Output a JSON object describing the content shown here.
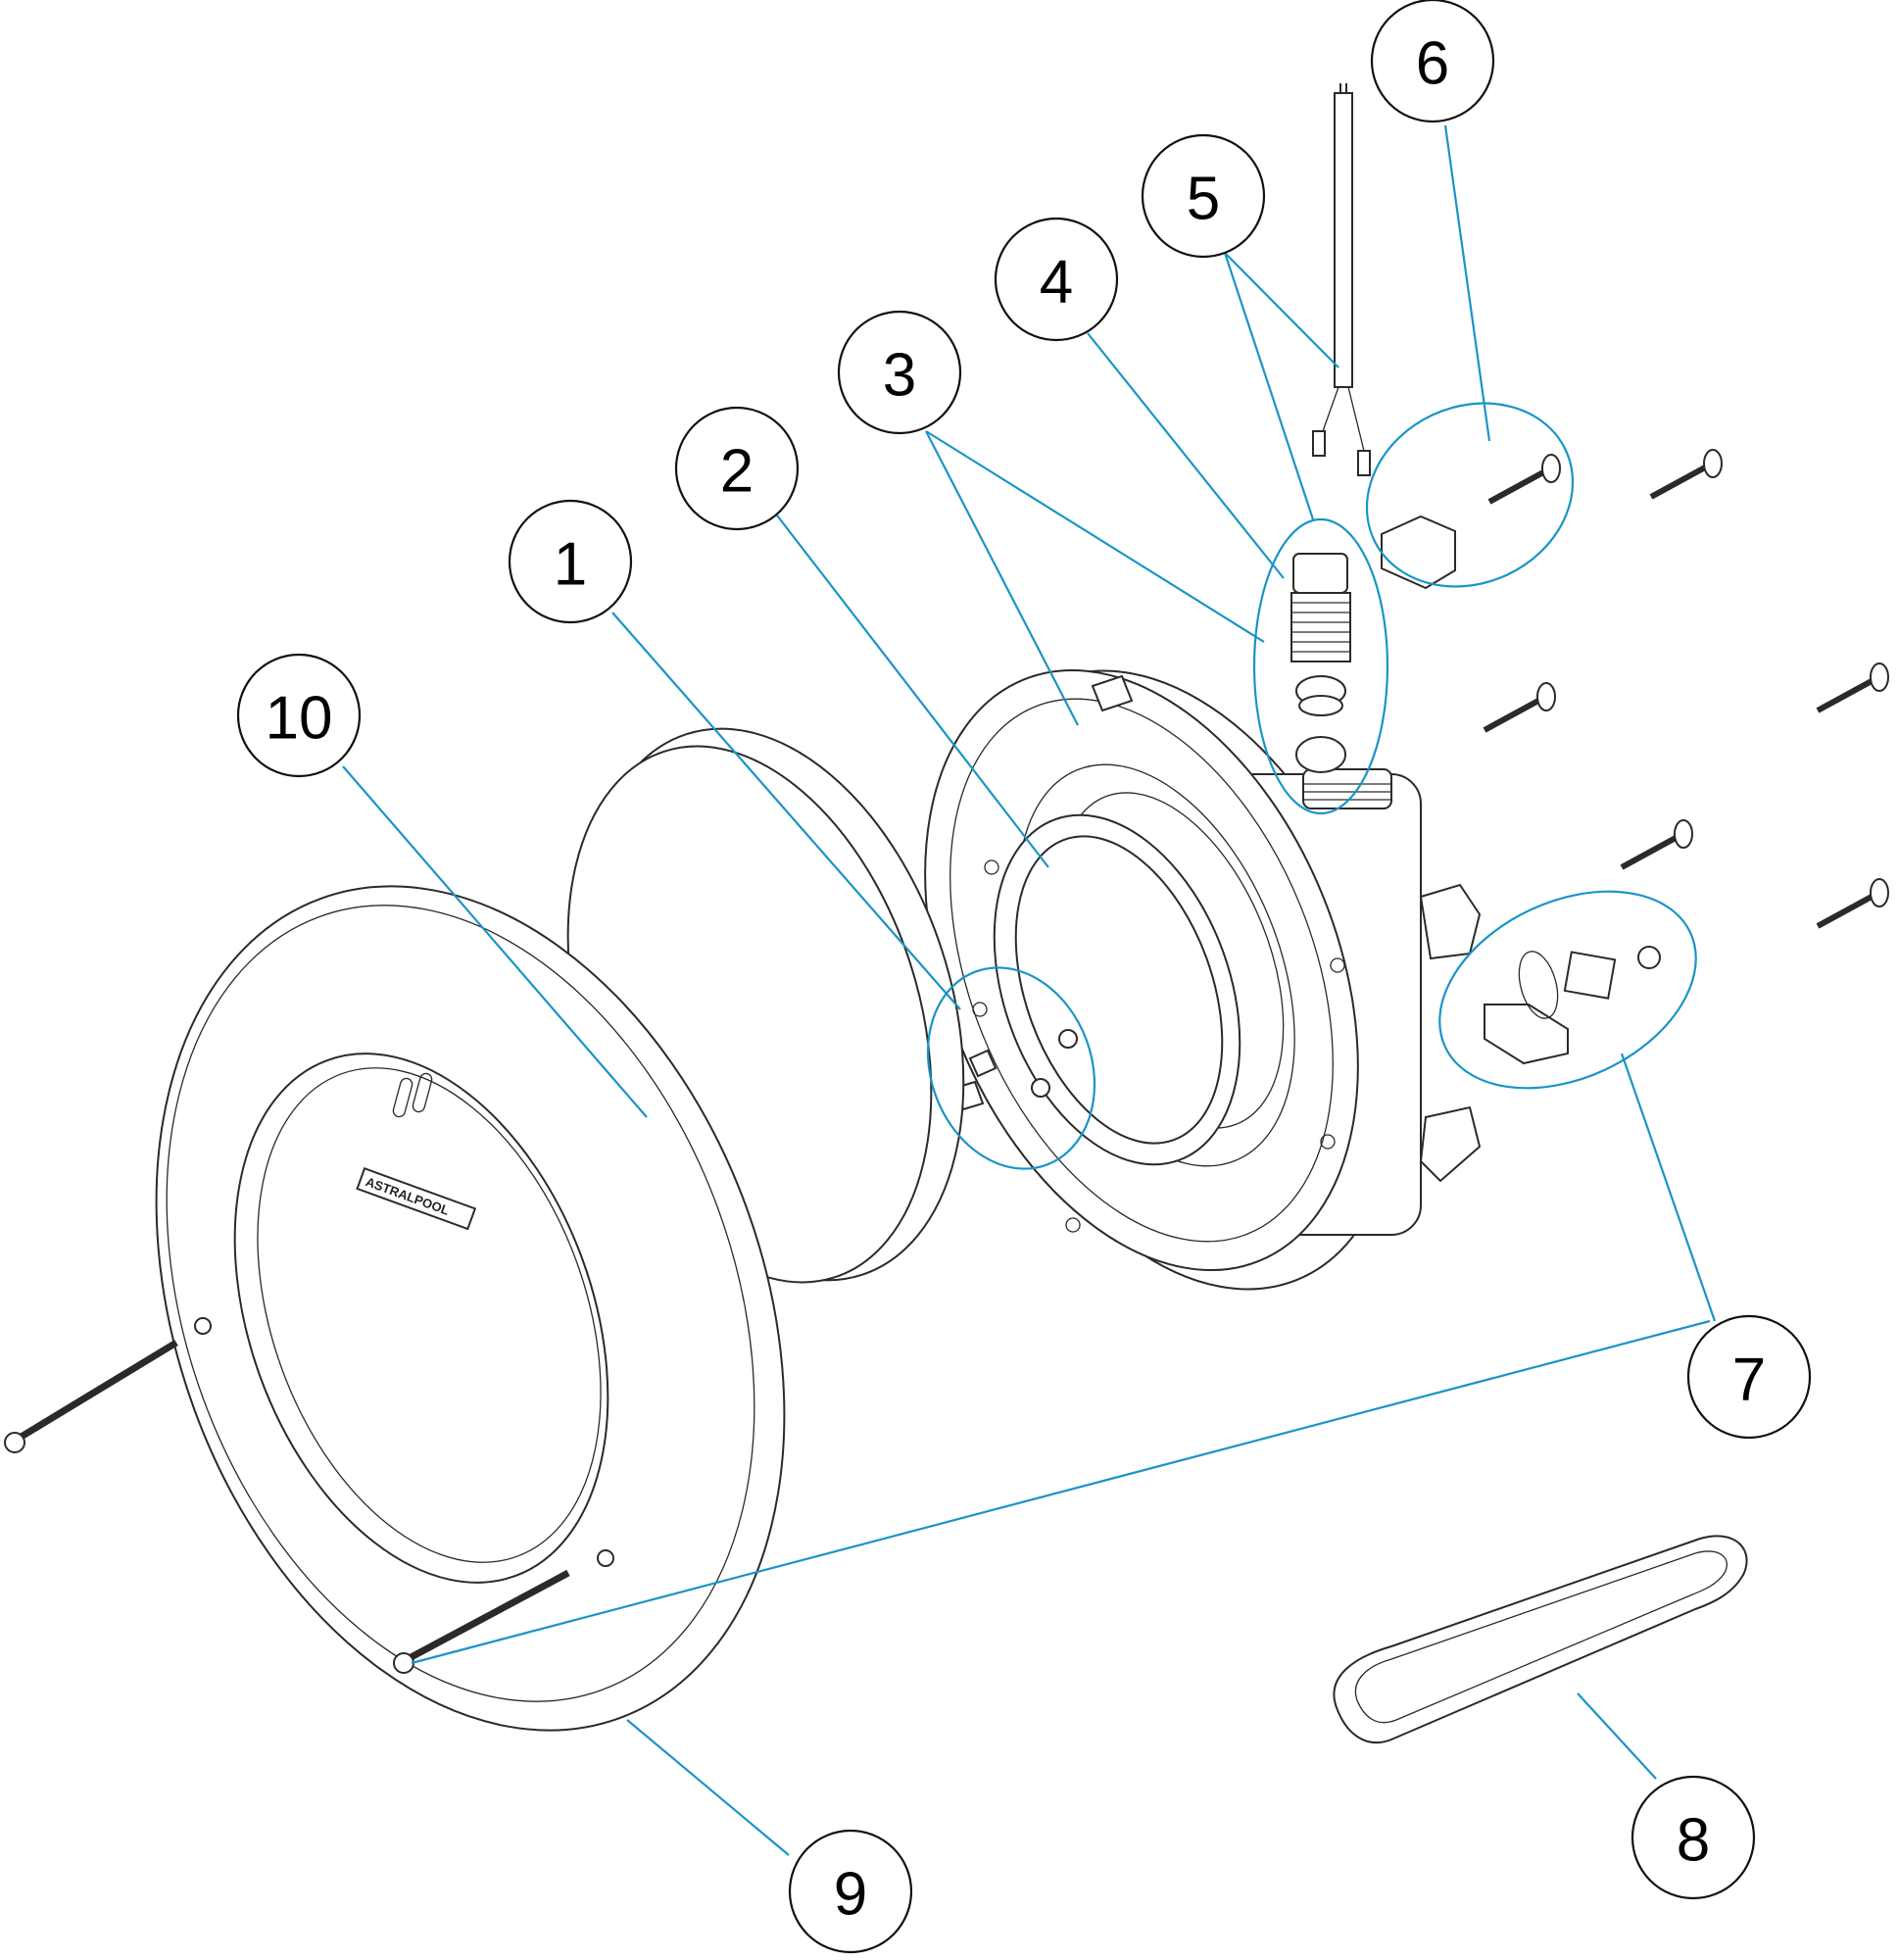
{
  "diagram": {
    "title": "Exploded parts view - pool light (niche assembly)",
    "accent_color": "#1a94c6",
    "brand_label": "ASTRALPOOL",
    "callouts": [
      {
        "number": "1",
        "part": "clip-and-nut-set"
      },
      {
        "number": "2",
        "part": "gasket"
      },
      {
        "number": "3",
        "part": "niche-body"
      },
      {
        "number": "4",
        "part": "cable-gland"
      },
      {
        "number": "5",
        "part": "cable"
      },
      {
        "number": "6",
        "part": "clamp-and-screw"
      },
      {
        "number": "7",
        "part": "bonding-lug-set"
      },
      {
        "number": "8",
        "part": "key-tool"
      },
      {
        "number": "9",
        "part": "trim-ring"
      },
      {
        "number": "10",
        "part": "lamp-lens"
      }
    ]
  }
}
